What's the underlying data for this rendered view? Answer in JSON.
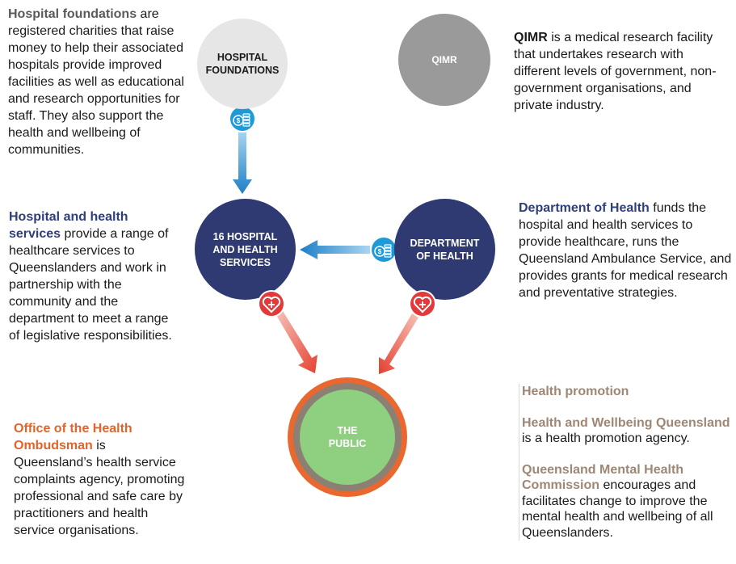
{
  "nodes": {
    "foundations": "HOSPITAL\nFOUNDATIONS",
    "qimr": "QIMR",
    "hhs": "16 HOSPITAL\nAND HEALTH\nSERVICES",
    "doh": "DEPARTMENT\nOF HEALTH",
    "public": "THE\nPUBLIC"
  },
  "descriptions": {
    "foundations": {
      "title": "Hospital foundations",
      "body": " are registered charities that raise money to help their associated hospitals provide improved facilities as well as educational and research opportunities for staff. They also support the health and wellbeing of communities."
    },
    "qimr": {
      "title": "QIMR",
      "body": " is a medical research facility that undertakes research with different levels of government, non-government organisations, and private industry."
    },
    "hhs": {
      "title": "Hospital and health services",
      "body": " provide a range of healthcare services to Queenslanders and work in partnership with the community and the department to meet a range of legislative responsibilities."
    },
    "doh": {
      "title": "Department of Health",
      "body": " funds the hospital and health services to provide healthcare, runs the Queensland Ambulance Service, and provides grants for medical research and preventative strategies."
    },
    "ombudsman": {
      "title": "Office of the Health Ombudsman",
      "body": " is Queensland’s health service complaints agency, promoting professional and safe care by practitioners and health service organisations."
    },
    "promotion": {
      "heading": "Health promotion",
      "agency1_title": "Health and Wellbeing Queensland",
      "agency1_body": " is a health promotion agency.",
      "agency2_title": "Queensland Mental Health Commission",
      "agency2_body": " encourages and facilitates change to improve the mental health and wellbeing of all Queenslanders."
    }
  },
  "icons": {
    "funding": "coins-dollar-icon",
    "care": "heart-plus-icon"
  },
  "colors": {
    "navy": "#2f3a73",
    "funding_blue": "#1e8fd6",
    "care_red": "#e84c3a",
    "public_green": "#8fcf80",
    "ombudsman_orange": "#e0642b",
    "promotion_brown": "#9e8774"
  }
}
